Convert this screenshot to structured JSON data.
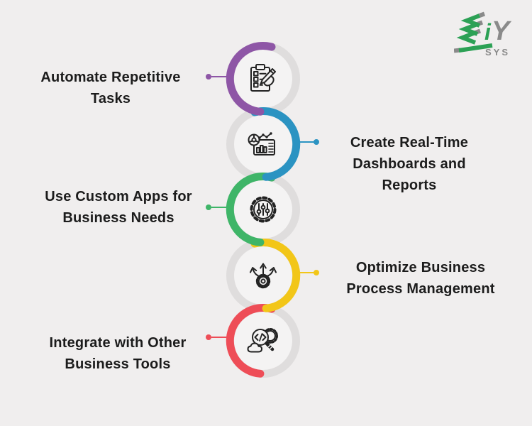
{
  "page": {
    "background": "#f0eeee",
    "text_color": "#1c1c1c",
    "ring_gray": "#dfdddd",
    "ring_inner_fill": "#f4f3f3",
    "icon_stroke": "#222222"
  },
  "logo": {
    "name": "EiY SYS",
    "letter_i": "i",
    "letter_y": "Y",
    "subtext": "SYS",
    "green": "#2ca155",
    "gray": "#8a8a8a"
  },
  "items": [
    {
      "id": 1,
      "side": "left",
      "color": "#8e56a6",
      "icon": "clipboard-checklist-icon",
      "label": "Automate Repetitive Tasks",
      "lines": [
        "Automate Repetitive",
        "Tasks"
      ]
    },
    {
      "id": 2,
      "side": "right",
      "color": "#2b93c2",
      "icon": "dashboard-charts-icon",
      "label": "Create Real-Time Dashboards and Reports",
      "lines": [
        "Create Real-Time",
        "Dashboards and",
        "Reports"
      ]
    },
    {
      "id": 3,
      "side": "left",
      "color": "#3fb568",
      "icon": "gear-sliders-icon",
      "label": "Use Custom Apps for Business Needs",
      "lines": [
        "Use Custom Apps for",
        "Business Needs"
      ]
    },
    {
      "id": 4,
      "side": "right",
      "color": "#f2c618",
      "icon": "branching-arrows-gear-icon",
      "label": "Optimize Business Process Management",
      "lines": [
        "Optimize Business",
        "Process Management"
      ]
    },
    {
      "id": 5,
      "side": "left",
      "color": "#ee4d57",
      "icon": "code-search-cloud-icon",
      "label": "Integrate with Other Business Tools",
      "lines": [
        "Integrate with Other",
        "Business Tools"
      ]
    }
  ]
}
